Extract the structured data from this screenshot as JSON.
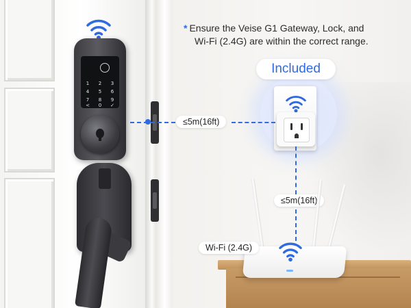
{
  "note": {
    "asterisk": "*",
    "line1": "Ensure the Veise G1 Gateway, Lock, and",
    "line2": "Wi-Fi (2.4G) are within the correct range."
  },
  "badge_included": "Included",
  "distance_lock_gateway": "≤5m(16ft)",
  "distance_gateway_router": "≤5m(16ft)",
  "router_label": "Wi-Fi (2.4G)",
  "keypad_keys": [
    "1",
    "2",
    "3",
    "4",
    "5",
    "6",
    "7",
    "8",
    "9",
    "<",
    "0",
    "✓"
  ],
  "icons": [
    "wifi-icon-lock",
    "wifi-icon-gateway",
    "wifi-icon-router",
    "fingerprint-icon"
  ],
  "colors": {
    "accent": "#2f6ae0",
    "text": "#2b2b2b",
    "cabinet": "#c79b66"
  }
}
